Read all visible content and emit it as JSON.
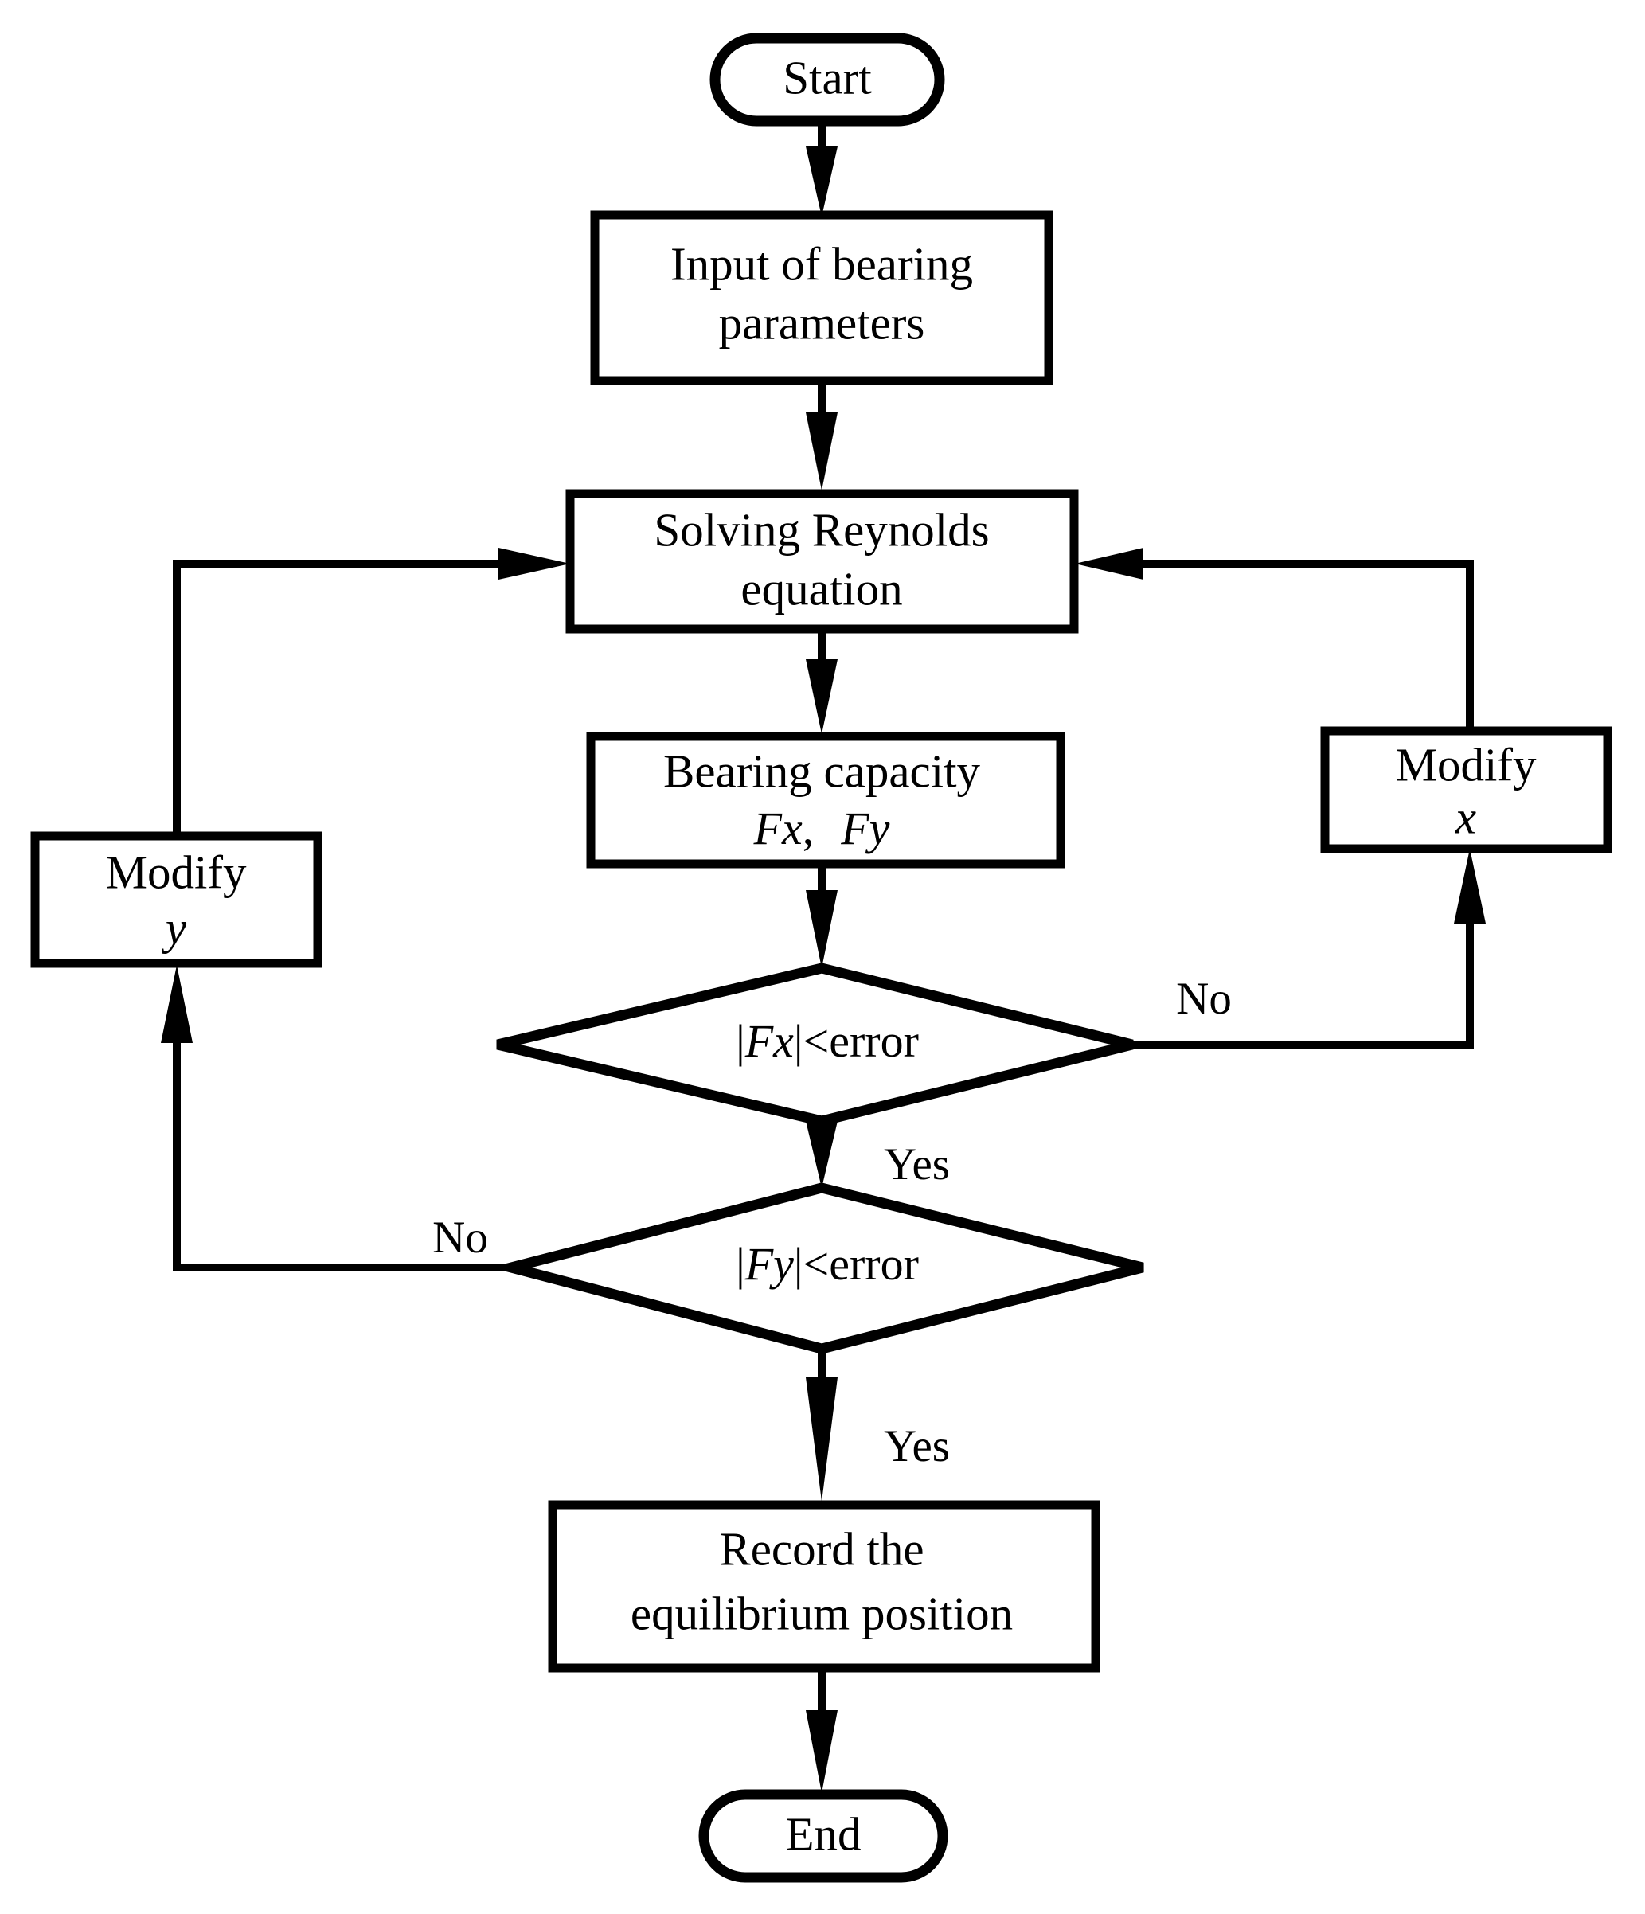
{
  "diagram": {
    "type": "flowchart",
    "title": "Bearing equilibrium position solution flowchart",
    "orientation": "top-to-bottom",
    "background_color": "#ffffff",
    "line_color": "#000000",
    "text_color": "#000000"
  },
  "nodes": {
    "start": {
      "label": "Start",
      "shape": "terminator"
    },
    "input": {
      "line1": "Input of bearing",
      "line2": "parameters",
      "shape": "process"
    },
    "solve": {
      "line1": "Solving Reynolds",
      "line2": "equation",
      "shape": "process"
    },
    "capacity": {
      "line1": "Bearing capacity",
      "line2_a": "Fx",
      "line2_sep": ",",
      "line2_b": "Fy",
      "shape": "process"
    },
    "decision_fx": {
      "abs_open": "|",
      "var": "Fx",
      "abs_close": "|",
      "compare": "<error",
      "shape": "decision"
    },
    "decision_fy": {
      "abs_open": "|",
      "var": "Fy",
      "abs_close": "|",
      "compare": "<error",
      "shape": "decision"
    },
    "modify_x": {
      "line1": "Modify",
      "line2": "x",
      "shape": "process"
    },
    "modify_y": {
      "line1": "Modify",
      "line2": "y",
      "shape": "process"
    },
    "record": {
      "line1": "Record the",
      "line2": "equilibrium position",
      "shape": "process"
    },
    "end": {
      "label": "End",
      "shape": "terminator"
    }
  },
  "edge_labels": {
    "fx_no": "No",
    "fx_yes": "Yes",
    "fy_no": "No",
    "fy_yes": "Yes"
  }
}
